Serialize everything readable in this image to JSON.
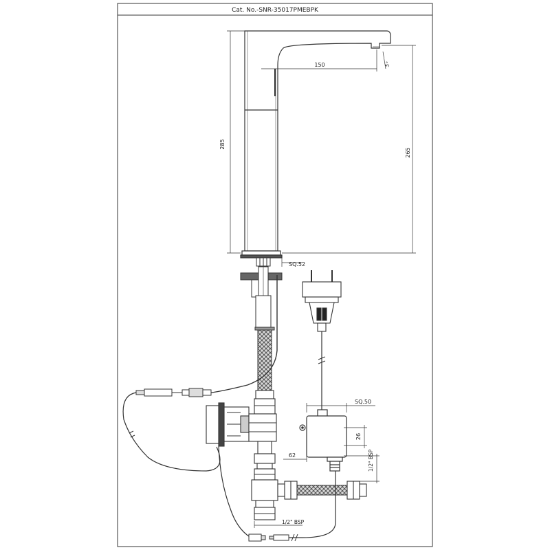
{
  "title_block": {
    "catalog_number": "Cat. No.-SNR-35017PMEBPK"
  },
  "dimensions": {
    "spout_reach": "150",
    "spout_angle": "5°",
    "total_height": "285",
    "outlet_height": "265",
    "base_square": "SQ.52",
    "control_box_square": "SQ.50",
    "control_box_height": "26",
    "control_box_offset": "62",
    "inlet_thread_vertical": "1/2\" BSP",
    "inlet_thread_horizontal": "1/2\" BSP"
  },
  "colors": {
    "line": "#333333",
    "fill_dark": "#cccccc",
    "braid": "#888888"
  }
}
